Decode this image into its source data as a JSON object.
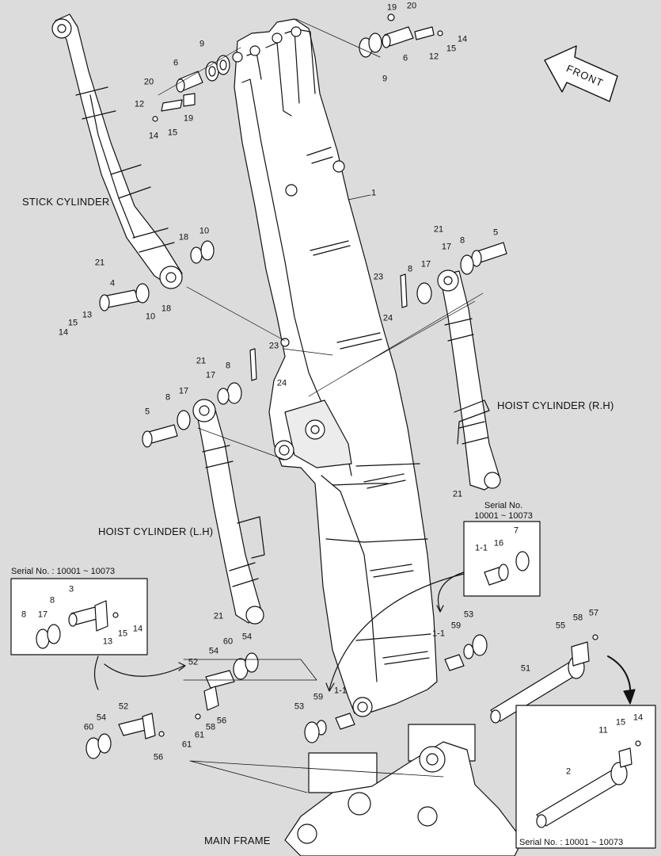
{
  "titles": {
    "stick_cylinder": "STICK CYLINDER",
    "hoist_cylinder_rh": "HOIST CYLINDER (R.H)",
    "hoist_cylinder_lh": "HOIST  CYLINDER (L.H)",
    "main_frame": "MAIN FRAME"
  },
  "front_label": "FRONT",
  "serials": {
    "box_left": "Serial No. : 10001 ~ 10073",
    "box_right_line1": "Serial No.",
    "box_right_line2": "10001 ~ 10073",
    "box_bottom": "Serial No. : 10001 ~ 10073"
  },
  "part_numbers": [
    "19",
    "20",
    "14",
    "6",
    "12",
    "15",
    "9",
    "9",
    "6",
    "20",
    "12",
    "19",
    "14",
    "15",
    "1",
    "18",
    "10",
    "21",
    "4",
    "10",
    "18",
    "15",
    "13",
    "14",
    "21",
    "5",
    "17",
    "8",
    "23",
    "8",
    "17",
    "24",
    "23",
    "21",
    "17",
    "8",
    "24",
    "8",
    "17",
    "5",
    "21",
    "7",
    "16",
    "1-1",
    "3",
    "8",
    "8",
    "17",
    "13",
    "15",
    "14",
    "21",
    "60",
    "54",
    "54",
    "52",
    "53",
    "59",
    "1-1",
    "57",
    "58",
    "55",
    "51",
    "52",
    "54",
    "60",
    "56",
    "61",
    "58",
    "56",
    "61",
    "53",
    "59",
    "1-1",
    "15",
    "14",
    "11",
    "2"
  ]
}
